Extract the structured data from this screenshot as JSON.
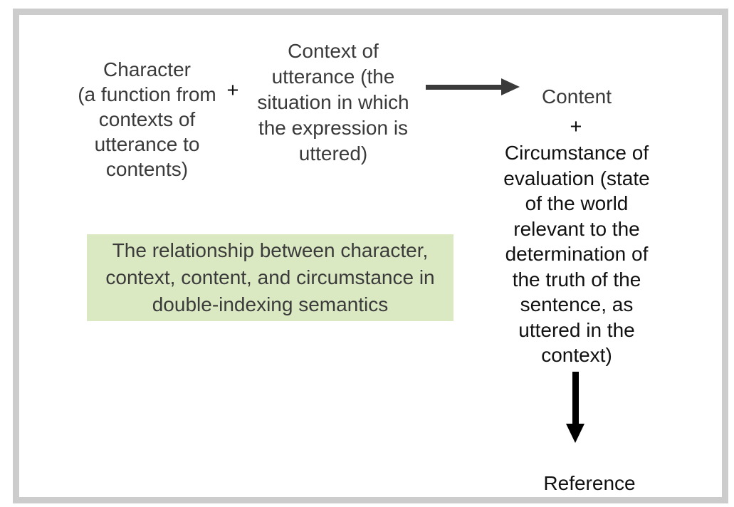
{
  "figure": {
    "character_block": {
      "lines": [
        "Character",
        "(a function from",
        "contexts of",
        "utterance to",
        "contents)"
      ]
    },
    "plus_left": "+",
    "context_block": {
      "lines": [
        "Context of",
        "utterance (the",
        "situation in which",
        "the expression is",
        "uttered)"
      ]
    },
    "content_label": "Content",
    "plus_right": "+",
    "circumstance_block": {
      "lines": [
        "Circumstance of",
        "evaluation (state",
        "of the world",
        "relevant to the",
        "determination of",
        "the truth of the",
        "sentence, as",
        "uttered in the",
        "context)"
      ]
    },
    "reference_label": "Reference",
    "caption": {
      "lines": [
        "The relationship between character,",
        "context, content, and circumstance in",
        "double-indexing semantics"
      ]
    },
    "colors": {
      "frame_border": "#cccccc",
      "caption_background": "#dbe9c3",
      "text_gray": "#3a3a3a",
      "text_black": "#111111",
      "arrow_gray": "#3a3a3a",
      "arrow_black": "#000000",
      "page_background": "#ffffff"
    }
  }
}
